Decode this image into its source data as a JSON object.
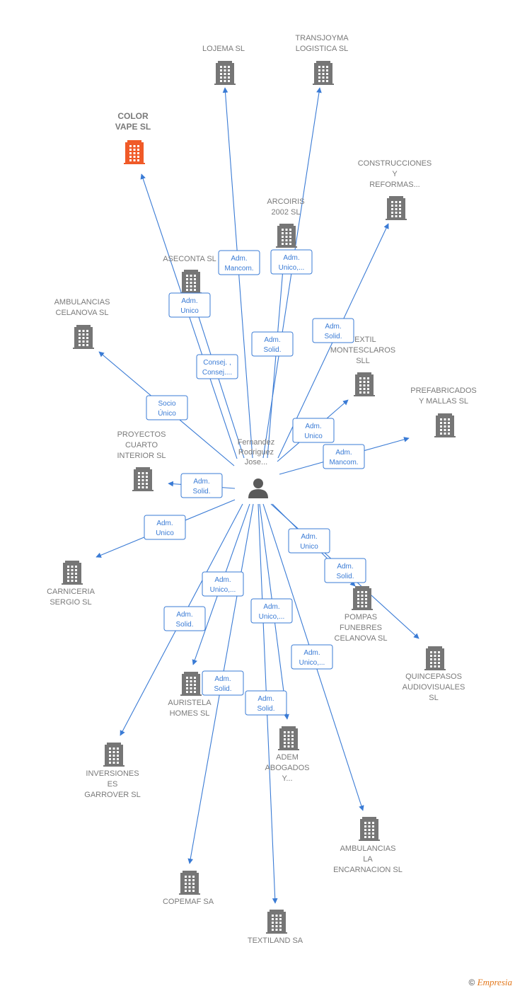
{
  "colors": {
    "edge": "#3a7bd5",
    "building": "#767676",
    "building_highlight": "#f05a28",
    "person": "#5a5a5a",
    "label": "#7a7a7a"
  },
  "center": {
    "name": [
      "Fernandez",
      "Rodriguez",
      "Jose..."
    ],
    "icon": "person-icon"
  },
  "nodes": [
    {
      "id": "lojema",
      "label": [
        "LOJEMA  SL"
      ],
      "icon": "building-icon"
    },
    {
      "id": "transjoyma",
      "label": [
        "TRANSJOYMA",
        "LOGISTICA SL"
      ],
      "icon": "building-icon"
    },
    {
      "id": "colorvape",
      "label": [
        "COLOR",
        "VAPE  SL"
      ],
      "icon": "building-icon",
      "highlight": true
    },
    {
      "id": "construcciones",
      "label": [
        "CONSTRUCCIONES",
        "Y",
        "REFORMAS..."
      ],
      "icon": "building-icon"
    },
    {
      "id": "arcoiris",
      "label": [
        "ARCOIRIS",
        "2002  SL"
      ],
      "icon": "building-icon"
    },
    {
      "id": "aseconta",
      "label": [
        "ASECONTA SL"
      ],
      "icon": "building-icon"
    },
    {
      "id": "ambcelanova",
      "label": [
        "AMBULANCIAS",
        "CELANOVA  SL"
      ],
      "icon": "building-icon"
    },
    {
      "id": "textilmont",
      "label": [
        "TEXTIL",
        "MONTESCLAROS",
        "SLL"
      ],
      "icon": "building-icon"
    },
    {
      "id": "prefabricados",
      "label": [
        "PREFABRICADOS",
        "Y MALLAS  SL"
      ],
      "icon": "building-icon"
    },
    {
      "id": "proyectos",
      "label": [
        "PROYECTOS",
        "CUARTO",
        "INTERIOR  SL"
      ],
      "icon": "building-icon"
    },
    {
      "id": "carniceria",
      "label": [
        "CARNICERIA",
        "SERGIO  SL"
      ],
      "icon": "building-icon"
    },
    {
      "id": "pompas",
      "label": [
        "POMPAS",
        "FUNEBRES",
        "CELANOVA SL"
      ],
      "icon": "building-icon"
    },
    {
      "id": "quincepasos",
      "label": [
        "QUINCEPASOS",
        "AUDIOVISUALES",
        "SL"
      ],
      "icon": "building-icon"
    },
    {
      "id": "auristela",
      "label": [
        "AURISTELA",
        "HOMES  SL"
      ],
      "icon": "building-icon"
    },
    {
      "id": "adem",
      "label": [
        "ADEM",
        "ABOGADOS",
        "Y..."
      ],
      "icon": "building-icon"
    },
    {
      "id": "inversiones",
      "label": [
        "INVERSIONES",
        "ES",
        "GARROVER  SL"
      ],
      "icon": "building-icon"
    },
    {
      "id": "ambencarnacion",
      "label": [
        "AMBULANCIAS",
        "LA",
        "ENCARNACION SL"
      ],
      "icon": "building-icon"
    },
    {
      "id": "copemaf",
      "label": [
        "COPEMAF SA"
      ],
      "icon": "building-icon"
    },
    {
      "id": "textiland",
      "label": [
        "TEXTILAND SA"
      ],
      "icon": "building-icon"
    }
  ],
  "relations": [
    {
      "to": "lojema",
      "text": [
        "Adm.",
        "Mancom."
      ]
    },
    {
      "to": "transjoyma",
      "text": [
        "Adm.",
        "Unico,..."
      ]
    },
    {
      "to": "colorvape",
      "text": [
        "Adm.",
        "Unico"
      ]
    },
    {
      "to": "construcciones",
      "text": [
        "Adm.",
        "Solid."
      ]
    },
    {
      "to": "arcoiris",
      "text": [
        "Adm.",
        "Solid."
      ]
    },
    {
      "to": "aseconta",
      "text": [
        "Consej. ,",
        "Consej...."
      ]
    },
    {
      "to": "ambcelanova",
      "text": [
        "Socio",
        "Único"
      ]
    },
    {
      "to": "textilmont",
      "text": [
        "Adm.",
        "Unico"
      ]
    },
    {
      "to": "prefabricados",
      "text": [
        "Adm.",
        "Mancom."
      ]
    },
    {
      "to": "proyectos",
      "text": [
        "Adm.",
        "Solid."
      ]
    },
    {
      "to": "carniceria",
      "text": [
        "Adm.",
        "Unico"
      ]
    },
    {
      "to": "pompas",
      "text": [
        "Adm.",
        "Unico"
      ]
    },
    {
      "to": "quincepasos",
      "text": [
        "Adm.",
        "Solid."
      ]
    },
    {
      "to": "auristela",
      "text": [
        "Adm.",
        "Unico,..."
      ]
    },
    {
      "to": "inversiones",
      "text": [
        "Adm.",
        "Solid."
      ]
    },
    {
      "to": "adem",
      "text": [
        "Adm.",
        "Unico,..."
      ]
    },
    {
      "to": "ambencarnacion",
      "text": [
        "Adm.",
        "Unico,..."
      ]
    },
    {
      "to": "copemaf",
      "text": [
        "Adm.",
        "Solid."
      ]
    },
    {
      "to": "textiland",
      "text": [
        "Adm.",
        "Solid."
      ]
    }
  ],
  "footer": {
    "copyright_symbol": "©",
    "brand": "Empresia"
  }
}
